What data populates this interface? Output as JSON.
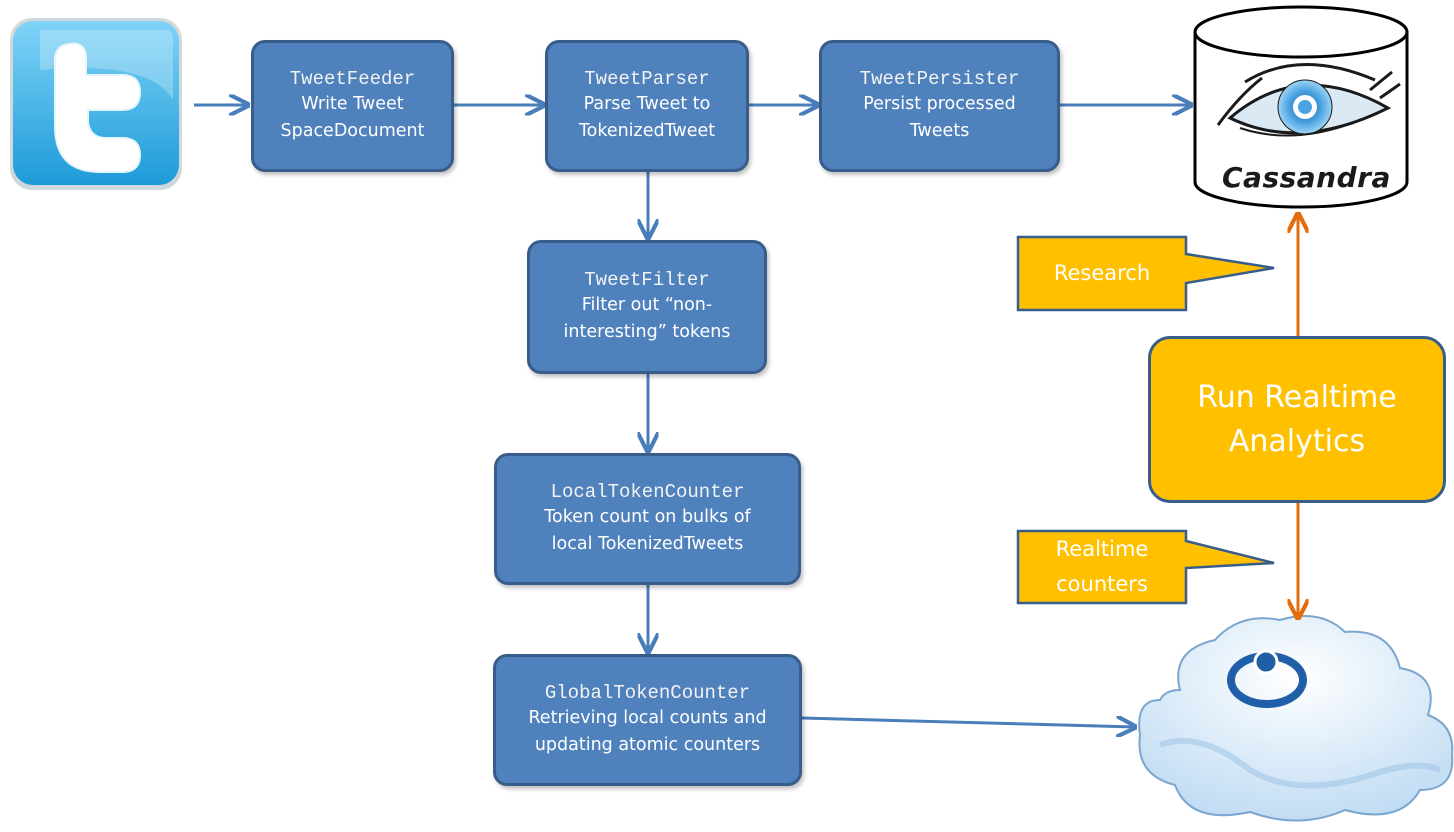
{
  "nodes": {
    "tweet_feeder": {
      "title": "TweetFeeder",
      "desc1": "Write Tweet",
      "desc2": "SpaceDocument"
    },
    "tweet_parser": {
      "title": "TweetParser",
      "desc1": "Parse Tweet to",
      "desc2": "TokenizedTweet"
    },
    "tweet_persister": {
      "title": "TweetPersister",
      "desc1": "Persist processed",
      "desc2": "Tweets"
    },
    "tweet_filter": {
      "title": "TweetFilter",
      "desc1": "Filter out “non-",
      "desc2": "interesting” tokens"
    },
    "local_counter": {
      "title": "LocalTokenCounter",
      "desc1": "Token count on bulks of",
      "desc2": "local TokenizedTweets"
    },
    "global_counter": {
      "title": "GlobalTokenCounter",
      "desc1": "Retrieving  local counts and",
      "desc2": "updating atomic counters"
    }
  },
  "analytics": {
    "line1": "Run Realtime",
    "line2": "Analytics"
  },
  "callouts": {
    "research": "Research",
    "realtime_line1": "Realtime",
    "realtime_line2": "counters"
  },
  "cassandra_label": "Cassandra",
  "icons": {
    "twitter": "twitter-logo-icon",
    "cassandra": "cassandra-eye-icon",
    "cloud": "gigaspaces-cloud-icon"
  },
  "colors": {
    "node_fill": "#4f81bd",
    "node_border": "#385d8a",
    "analytics_fill": "#ffc000",
    "arrow_blue": "#4a7ebb",
    "arrow_orange": "#e46c0a"
  }
}
